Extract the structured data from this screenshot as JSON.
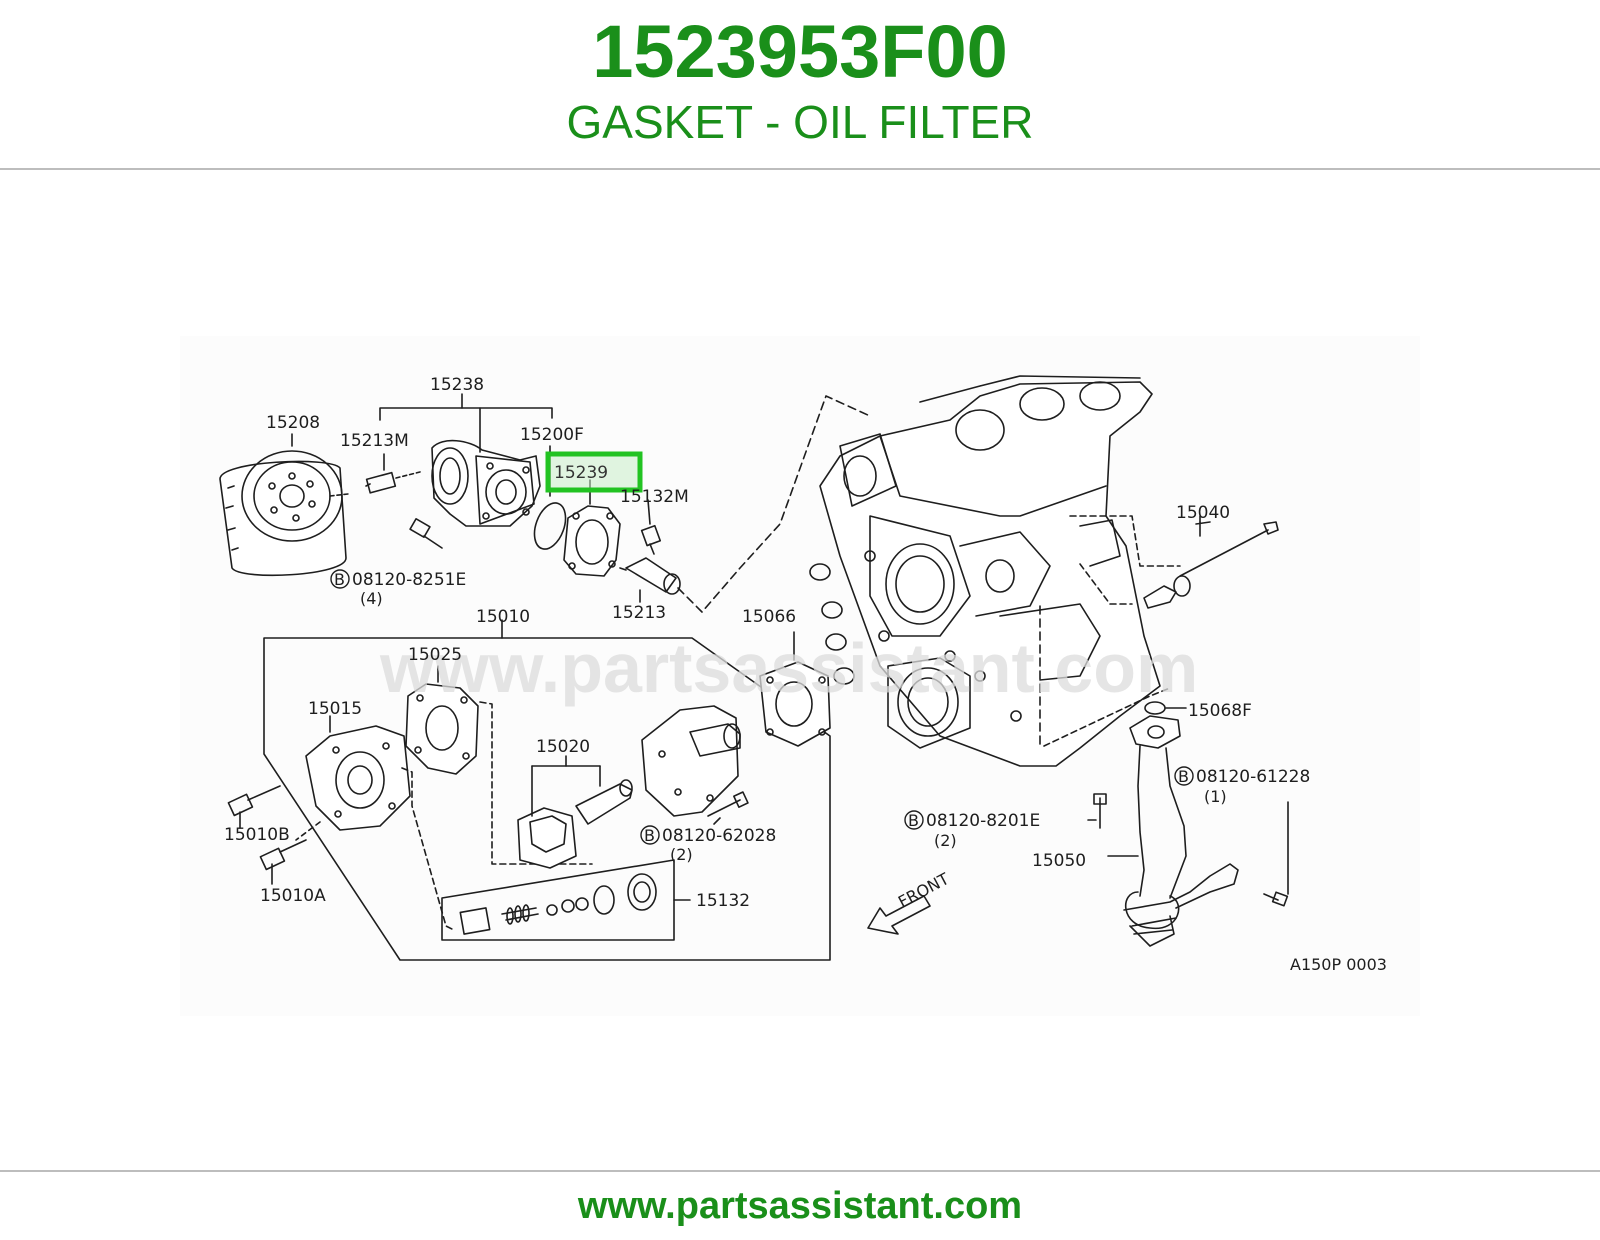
{
  "header": {
    "part_number": "1523953F00",
    "part_name": "GASKET - OIL FILTER"
  },
  "diagram": {
    "watermark": "www.partsassistant.com",
    "highlighted_part": "15239",
    "reference_code": "A150P 0003",
    "front_label": "FRONT",
    "callouts": {
      "c15238": "15238",
      "c15208": "15208",
      "c15213M": "15213M",
      "c15200F": "15200F",
      "c15132M": "15132M",
      "c08120_8251E": "08120-8251E",
      "c08120_8251E_qty": "(4)",
      "c15213": "15213",
      "c15010": "15010",
      "c15025": "15025",
      "c15015": "15015",
      "c15020": "15020",
      "c15010B": "15010B",
      "c15010A": "15010A",
      "c08120_62028": "08120-62028",
      "c08120_62028_qty": "(2)",
      "c15132": "15132",
      "c15066": "15066",
      "c15040": "15040",
      "c15068F": "15068F",
      "c08120_61228": "08120-61228",
      "c08120_61228_qty": "(1)",
      "c08120_8201E": "08120-8201E",
      "c08120_8201E_qty": "(2)",
      "c15050": "15050",
      "b_marker": "B"
    },
    "colors": {
      "highlight": "#22c322",
      "line": "#1e1e1e"
    }
  },
  "footer": {
    "url": "www.partsassistant.com"
  }
}
